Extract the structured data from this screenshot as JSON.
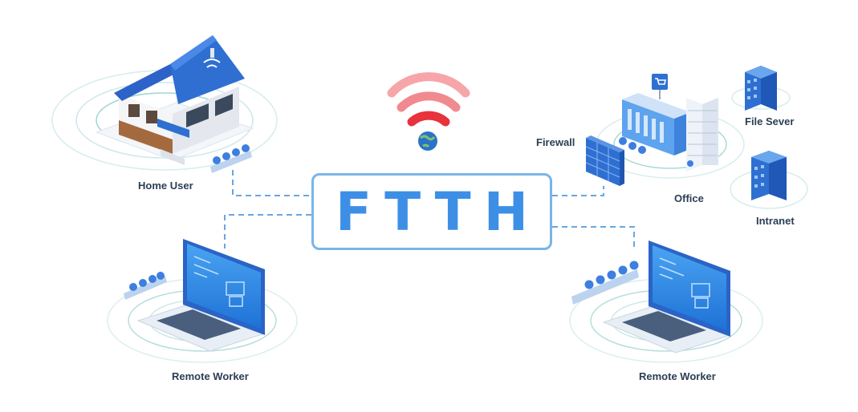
{
  "center": {
    "label": "FTTH"
  },
  "nodes": {
    "home_user": "Home User",
    "remote_worker_left": "Remote Worker",
    "remote_worker_right": "Remote Worker",
    "firewall": "Firewall",
    "office": "Office",
    "file_server": "File Sever",
    "intranet": "Intranet"
  },
  "colors": {
    "accent_blue": "#3d8fe6",
    "wifi_red": "#e8323c",
    "label_text": "#2b3e55",
    "connector": "#6aa6df"
  },
  "icons": [
    "house-icon",
    "laptop-icon",
    "wifi-icon",
    "globe-icon",
    "firewall-icon",
    "office-building-icon",
    "server-icon",
    "tree-icon"
  ]
}
